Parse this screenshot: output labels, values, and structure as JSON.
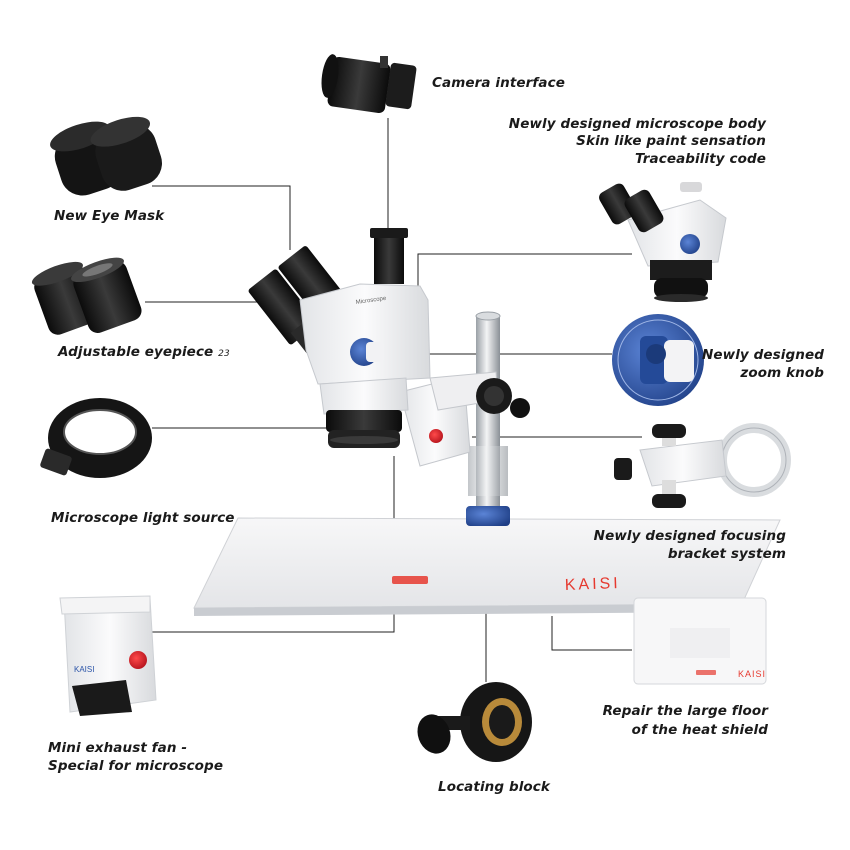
{
  "labels": {
    "camera_interface": "Camera interface",
    "microscope_body": [
      "Newly designed microscope body",
      "Skin like paint sensation",
      "Traceability code"
    ],
    "eye_mask": "New Eye Mask",
    "adjustable_eyepiece": "Adjustable eyepiece",
    "adjustable_eyepiece_suffix": "23",
    "zoom_knob": [
      "Newly designed",
      "zoom knob"
    ],
    "light_source": "Microscope light source",
    "focusing_bracket": [
      "Newly designed focusing",
      "bracket system"
    ],
    "exhaust_fan": [
      "Mini exhaust fan -",
      "Special for microscope"
    ],
    "heat_shield": [
      "Repair the large floor",
      "of the heat shield"
    ],
    "locating_block": "Locating block"
  },
  "brand": {
    "logo_text": "KAISI",
    "model_text": "Microscope",
    "logo_color": "#e6392f"
  },
  "colors": {
    "accent_blue": "#2b54a8",
    "indicator_red": "#d4202a",
    "callout_line": "#222222"
  }
}
